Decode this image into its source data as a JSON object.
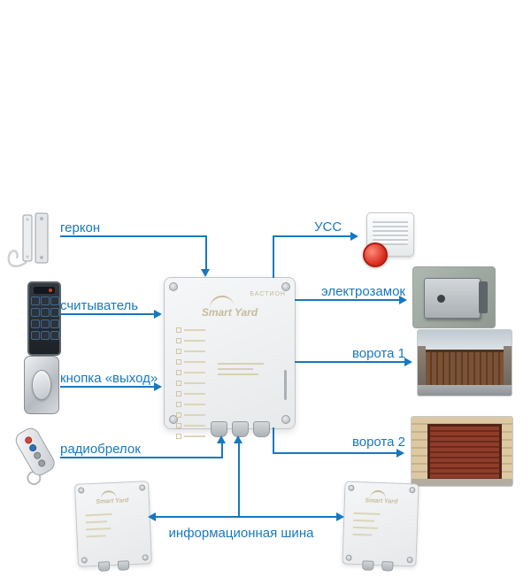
{
  "colors": {
    "accent": "#1878be",
    "logo_tan": "#c6bc9a"
  },
  "labels": {
    "gerkon": "геркон",
    "reader": "считыватель",
    "exit_button": "кнопка «выход»",
    "keyfob": "радиобрелок",
    "uss": "УСС",
    "lock": "электрозамок",
    "gate1": "ворота 1",
    "gate2": "ворота 2",
    "bus": "информационная шина"
  },
  "controller": {
    "brand": "БАСТИОН",
    "logo": "Smart Yard"
  }
}
